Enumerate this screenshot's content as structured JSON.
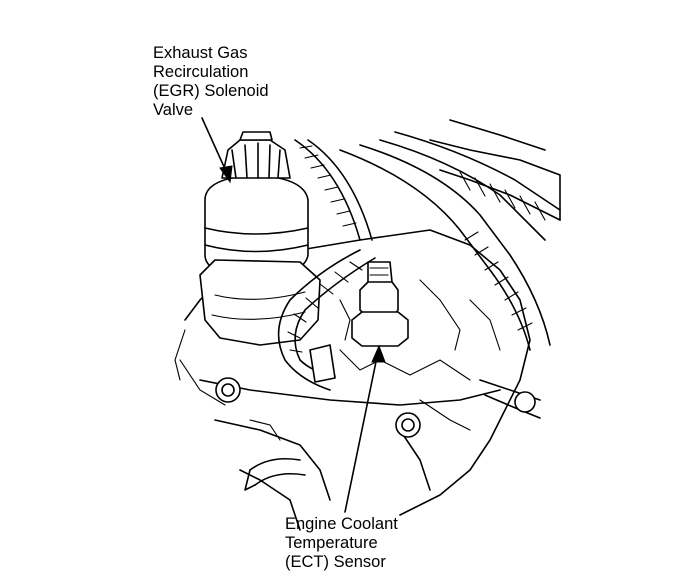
{
  "labels": {
    "egr": {
      "lines": [
        "Exhaust Gas",
        "Recirculation",
        "(EGR) Solenoid",
        "Valve"
      ]
    },
    "ect": {
      "lines": [
        "Engine Coolant",
        "Temperature",
        "(ECT) Sensor"
      ]
    }
  },
  "colors": {
    "ink": "#000000",
    "paper": "#ffffff"
  }
}
